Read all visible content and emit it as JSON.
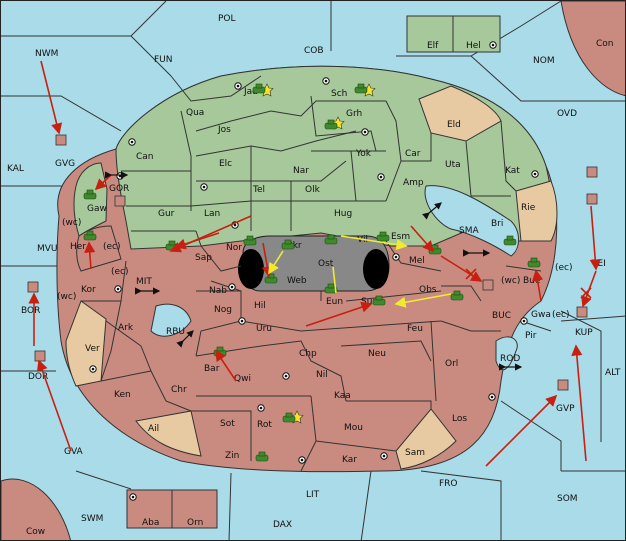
{
  "map": {
    "title": "",
    "regions": {
      "sea": [
        "POL",
        "COB",
        "FUN",
        "NWM",
        "NOM",
        "Con",
        "OVD",
        "KAL",
        "GOR",
        "MVU",
        "MIT",
        "SMA",
        "BUC",
        "TEI",
        "BOR",
        "DOR",
        "RBU",
        "ROD",
        "ALT",
        "GVA",
        "FRO",
        "SOM",
        "SWM",
        "LIT",
        "DAX",
        "Cow"
      ],
      "green": [
        "Elf",
        "Hel",
        "Jad",
        "Sch",
        "Qua",
        "Jos",
        "Grh",
        "Can",
        "Elc",
        "Nar",
        "Yok",
        "Car",
        "Uta",
        "Kat",
        "Tel",
        "Olk",
        "Amp",
        "Gur",
        "Lan",
        "Hug",
        "Bri",
        "GVG",
        "Gaw",
        "Sap",
        "Nor",
        "Vil",
        "Esm",
        "Mel"
      ],
      "red": [
        "Her",
        "Kor",
        "Ark",
        "Ken",
        "Chr",
        "Nab",
        "Hil",
        "Nog",
        "Uru",
        "Feu",
        "Chp",
        "Neu",
        "Orl",
        "Bar",
        "Qwi",
        "Nil",
        "Kaa",
        "Rot",
        "Sot",
        "Mou",
        "Los",
        "Zin",
        "Kar",
        "Obs",
        "Bue",
        "Gwa",
        "Pir",
        "KUP",
        "Aba",
        "Orn"
      ],
      "tan": [
        "Eld",
        "Rie",
        "Ver",
        "Ail",
        "Sam"
      ],
      "dark": [
        "Skr",
        "Web",
        "Ost",
        "Eun"
      ]
    },
    "coast_labels": [
      "(wc)",
      "(ec)",
      "(ec)",
      "(wc)",
      "(wc)",
      "(ec)",
      "(ec)"
    ],
    "colors": {
      "sea": "#a9dbe8",
      "green": "#a6c89a",
      "red": "#c98b80",
      "tan": "#e7caa1",
      "dark": "#888888",
      "move": "#c82010",
      "support": "#f1ea33"
    },
    "icons": [
      "supply-center-icon",
      "army-unit-icon",
      "fleet-unit-icon",
      "star-icon",
      "retreat-cross-icon"
    ]
  }
}
